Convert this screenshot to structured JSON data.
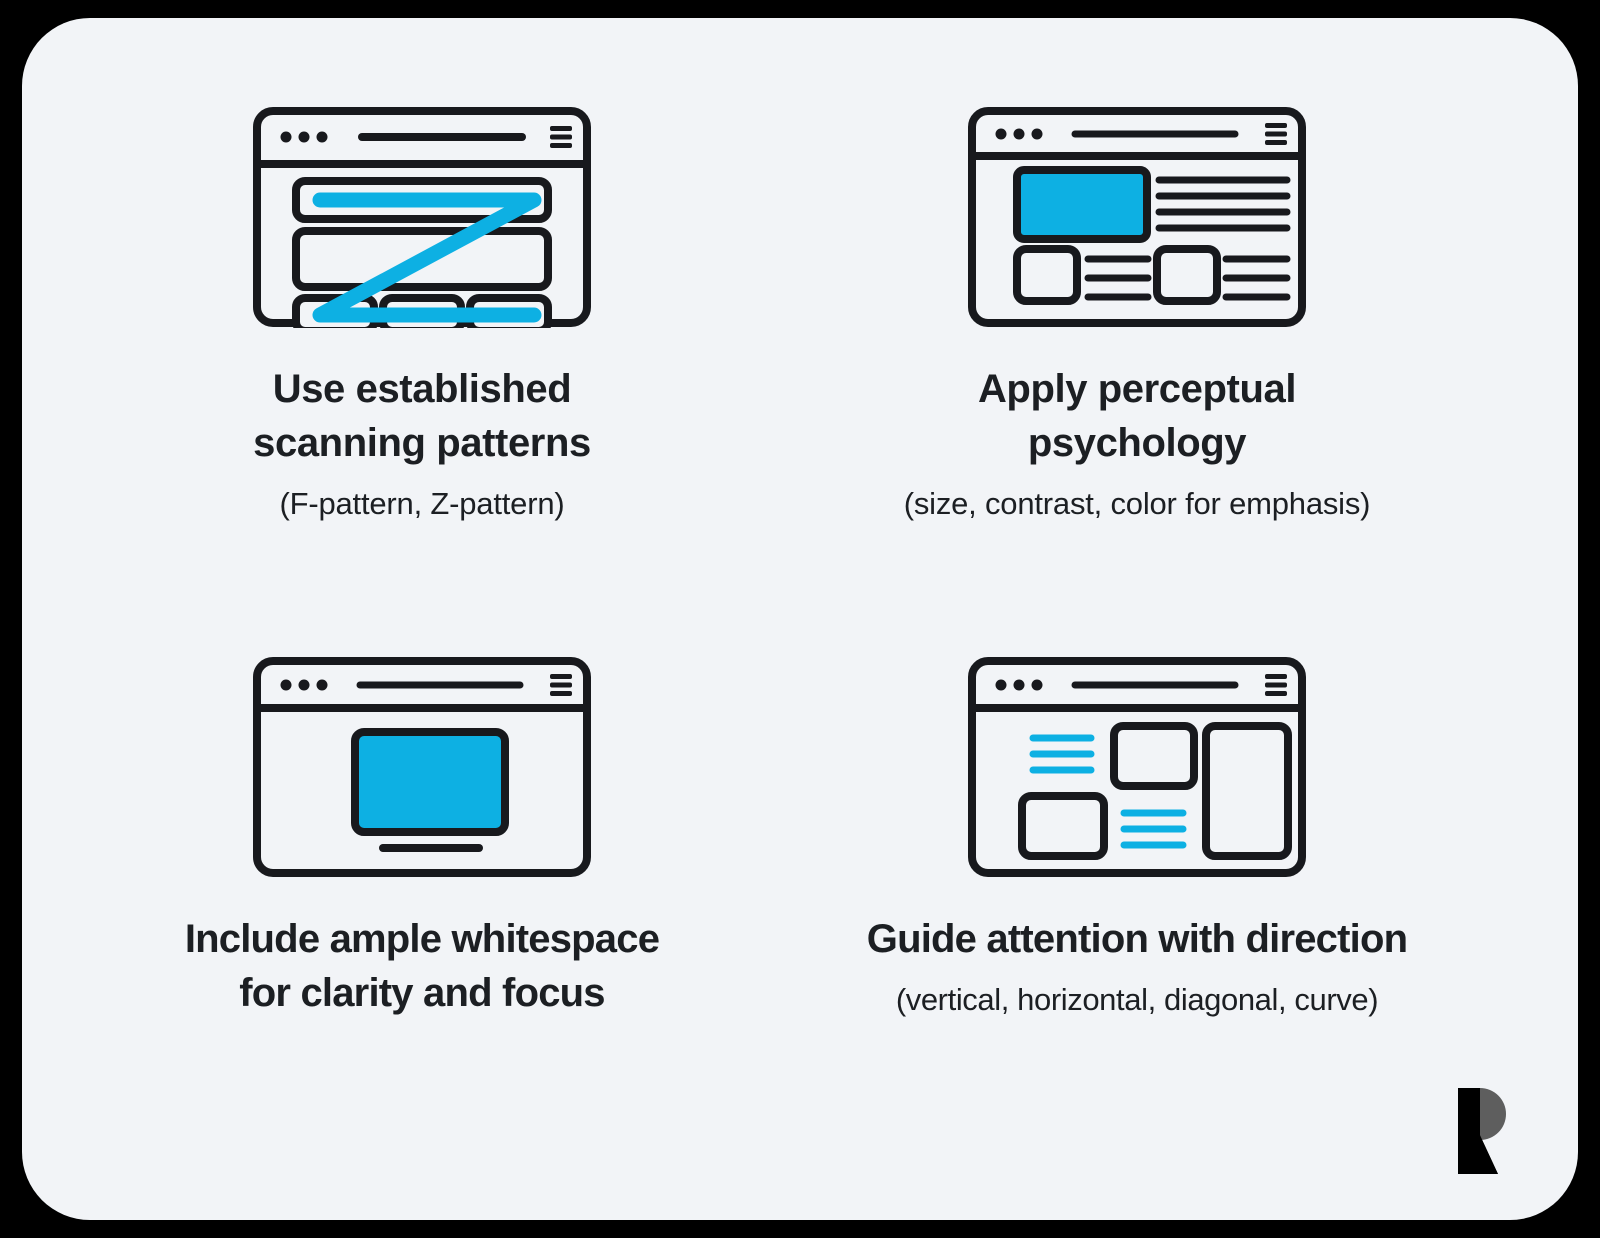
{
  "page": {
    "background_color": "#f2f4f7",
    "outside_color": "#000000",
    "accent_color": "#0db0e3",
    "ink_color": "#1c1f23"
  },
  "cards": [
    {
      "id": "scanning-patterns",
      "icon": "browser-z-pattern-icon",
      "title_line1": "Use established",
      "title_line2": "scanning patterns",
      "subtitle": "(F-pattern, Z-pattern)"
    },
    {
      "id": "perceptual-psychology",
      "icon": "browser-hero-layout-icon",
      "title_line1": "Apply perceptual",
      "title_line2": "psychology",
      "subtitle": "(size, contrast, color for emphasis)"
    },
    {
      "id": "ample-whitespace",
      "icon": "browser-whitespace-icon",
      "title_line1": "Include ample whitespace",
      "title_line2": "for clarity and focus",
      "subtitle": ""
    },
    {
      "id": "guide-attention",
      "icon": "browser-direction-grid-icon",
      "title_line1": "Guide attention with direction",
      "title_line2": "",
      "subtitle": "(vertical, horizontal, diagonal, curve)"
    }
  ],
  "logo": {
    "name": "brand-logo",
    "mark_dark_color": "#000000",
    "mark_gray_color": "#5e5e5e"
  }
}
